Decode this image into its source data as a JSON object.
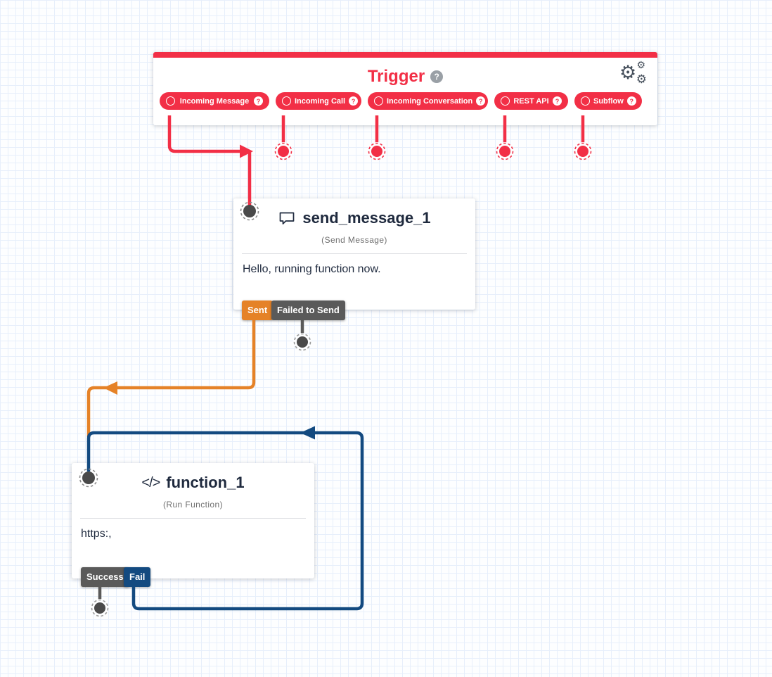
{
  "canvas": {
    "background": "#fdfeff",
    "grid_color": "#e7effb"
  },
  "colors": {
    "trigger_red": "#F22F46",
    "transition_orange": "#E58227",
    "transition_navy": "#134A80",
    "transition_gray": "#5A5A5A",
    "title_navy": "#1F2A3E",
    "socket_gray": "#4a4a4a"
  },
  "icons": {
    "gear_glyph": "⚙",
    "help_glyph": "?",
    "message_icon": "speech-bubble",
    "code_icon_glyph": "</>"
  },
  "trigger": {
    "title": "Trigger",
    "pills": [
      {
        "label": "Incoming Message"
      },
      {
        "label": "Incoming Call"
      },
      {
        "label": "Incoming Conversation"
      },
      {
        "label": "REST API"
      },
      {
        "label": "Subflow"
      }
    ]
  },
  "widgets": [
    {
      "title": "send_message_1",
      "type_label": "(Send Message)",
      "body": "Hello, running function now.",
      "transitions": [
        {
          "label": "Sent",
          "color": "#E58227"
        },
        {
          "label": "Failed to Send",
          "color": "#5A5A5A"
        }
      ]
    },
    {
      "title": "function_1",
      "type_label": "(Run Function)",
      "body": "https:,",
      "transitions": [
        {
          "label": "Success",
          "color": "#5A5A5A"
        },
        {
          "label": "Fail",
          "color": "#134A80"
        }
      ]
    }
  ]
}
